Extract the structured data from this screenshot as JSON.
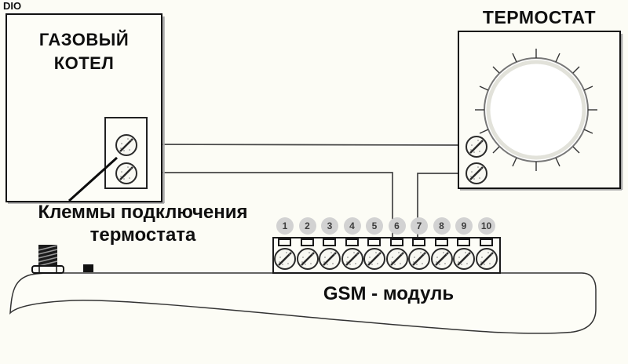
{
  "watermark": "DIO",
  "boiler": {
    "title": "ГАЗОВЫЙ\nКОТЕЛ",
    "terminals": [
      "top",
      "bottom"
    ]
  },
  "thermostat": {
    "title": "ТЕРМОСТАТ",
    "terminals": [
      "top",
      "bottom"
    ]
  },
  "callout": {
    "label": "Клеммы подключения\nтермостата"
  },
  "gsm_module": {
    "label": "GSM - модуль",
    "terminals": [
      "1",
      "2",
      "3",
      "4",
      "5",
      "6",
      "7",
      "8",
      "9",
      "10"
    ]
  },
  "connections": [
    {
      "from": "boiler-terminal-top",
      "to": "thermostat-terminal-top"
    },
    {
      "from": "boiler-terminal-bottom",
      "to": "gsm-terminal-6"
    },
    {
      "from": "thermostat-terminal-bottom",
      "to": "gsm-terminal-7"
    }
  ],
  "colors": {
    "background": "#fcfcf5",
    "line": "#3a3a3a",
    "terminal_number_circle": "#d2d2d2",
    "text": "#0f0f0f"
  }
}
